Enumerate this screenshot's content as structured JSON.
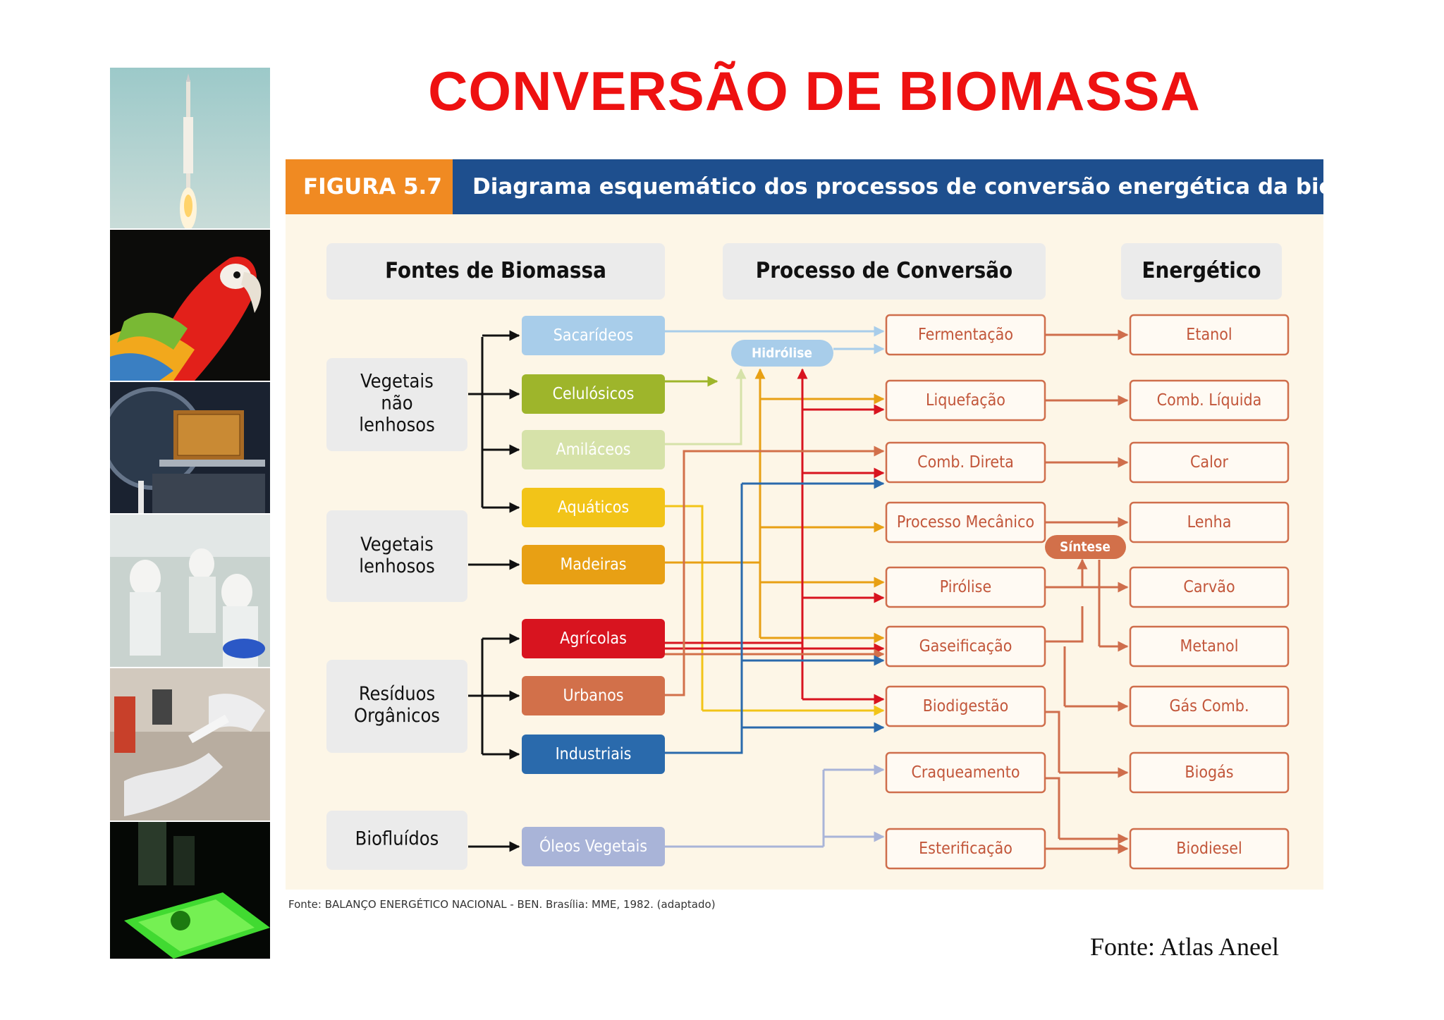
{
  "title": "CONVERSÃO DE BIOMASSA",
  "figure": {
    "label": "FIGURA 5.7",
    "caption": "Diagrama esquemático dos processos de conversão energética da biomassa",
    "headers": {
      "sources": "Fontes de Biomassa",
      "process": "Processo de Conversão",
      "energy": "Energético"
    },
    "source_groups": [
      {
        "label_lines": [
          "Vegetais",
          "não",
          "lenhosos"
        ]
      },
      {
        "label_lines": [
          "Vegetais",
          "lenhosos"
        ]
      },
      {
        "label_lines": [
          "Resíduos",
          "Orgânicos"
        ]
      },
      {
        "label_lines": [
          "Biofluídos"
        ]
      }
    ],
    "materials": [
      {
        "label": "Sacarídeos",
        "color": "#a8cdea"
      },
      {
        "label": "Celulósicos",
        "color": "#9eb52b"
      },
      {
        "label": "Amiláceos",
        "color": "#d6e2a9"
      },
      {
        "label": "Aquáticos",
        "color": "#f2c418"
      },
      {
        "label": "Madeiras",
        "color": "#e8a014"
      },
      {
        "label": "Agrícolas",
        "color": "#d8141f"
      },
      {
        "label": "Urbanos",
        "color": "#d2704a"
      },
      {
        "label": "Industriais",
        "color": "#2a6aac"
      },
      {
        "label": "Óleos Vegetais",
        "color": "#a9b4d8"
      }
    ],
    "processes": [
      "Fermentação",
      "Liquefação",
      "Comb. Direta",
      "Processo Mecânico",
      "Pirólise",
      "Gaseificação",
      "Biodigestão",
      "Craqueamento",
      "Esterificação"
    ],
    "energy": [
      "Etanol",
      "Comb. Líquida",
      "Calor",
      "Lenha",
      "Carvão",
      "Metanol",
      "Gás Comb.",
      "Biogás",
      "Biodiesel"
    ],
    "intermediates": {
      "hydrolysis": "Hidrólise",
      "synthesis": "Síntese"
    },
    "source_note": "Fonte: BALANÇO ENERGÉTICO NACIONAL - BEN. Brasília: MME, 1982. (adaptado)"
  },
  "footer_source": "Fonte: Atlas Aneel"
}
